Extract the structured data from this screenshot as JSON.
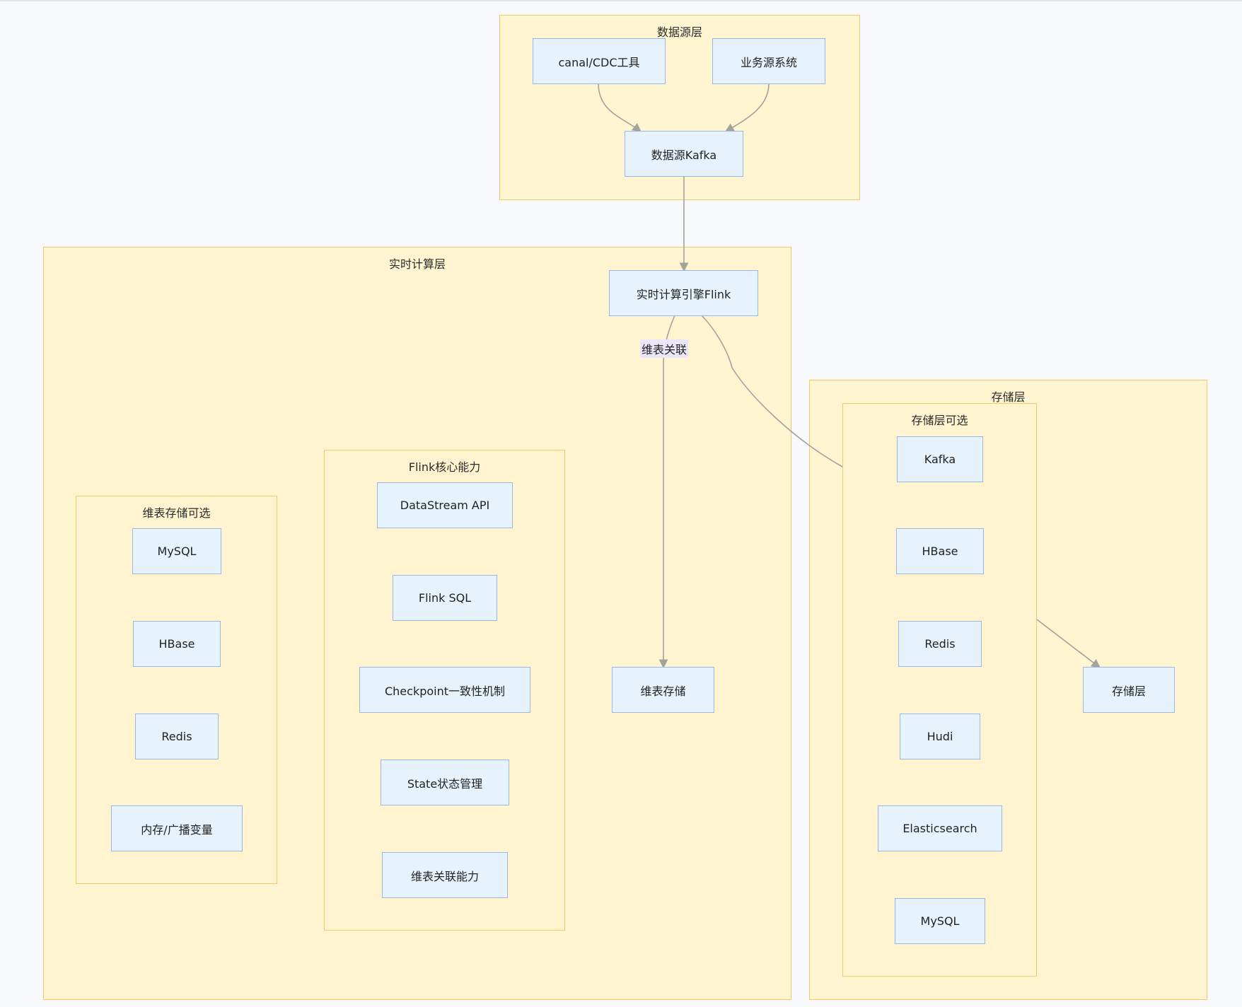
{
  "clusters": {
    "source_layer": "数据源层",
    "compute_layer": "实时计算层",
    "dim_options": "维表存储可选",
    "flink_core": "Flink核心能力",
    "storage_layer": "存储层",
    "storage_options": "存储层可选"
  },
  "nodes": {
    "canal": "canal/CDC工具",
    "biz_source": "业务源系统",
    "kafka_source": "数据源Kafka",
    "flink_engine": "实时计算引擎Flink",
    "dim_store": "维表存储",
    "storage": "存储层",
    "dim_options": [
      "MySQL",
      "HBase",
      "Redis",
      "内存/广播变量"
    ],
    "flink_core": [
      "DataStream API",
      "Flink SQL",
      "Checkpoint一致性机制",
      "State状态管理",
      "维表关联能力"
    ],
    "storage_options": [
      "Kafka",
      "HBase",
      "Redis",
      "Hudi",
      "Elasticsearch",
      "MySQL"
    ]
  },
  "edges": {
    "dim_join_label": "维表关联"
  },
  "colors": {
    "cluster_fill": "#fff5d1",
    "cluster_border": "#f5c86b",
    "node_fill": "#e6f3fd",
    "node_border": "#9bb6e8",
    "edge": "#a3a39b",
    "edge_label_bg": "#ece6fa"
  }
}
